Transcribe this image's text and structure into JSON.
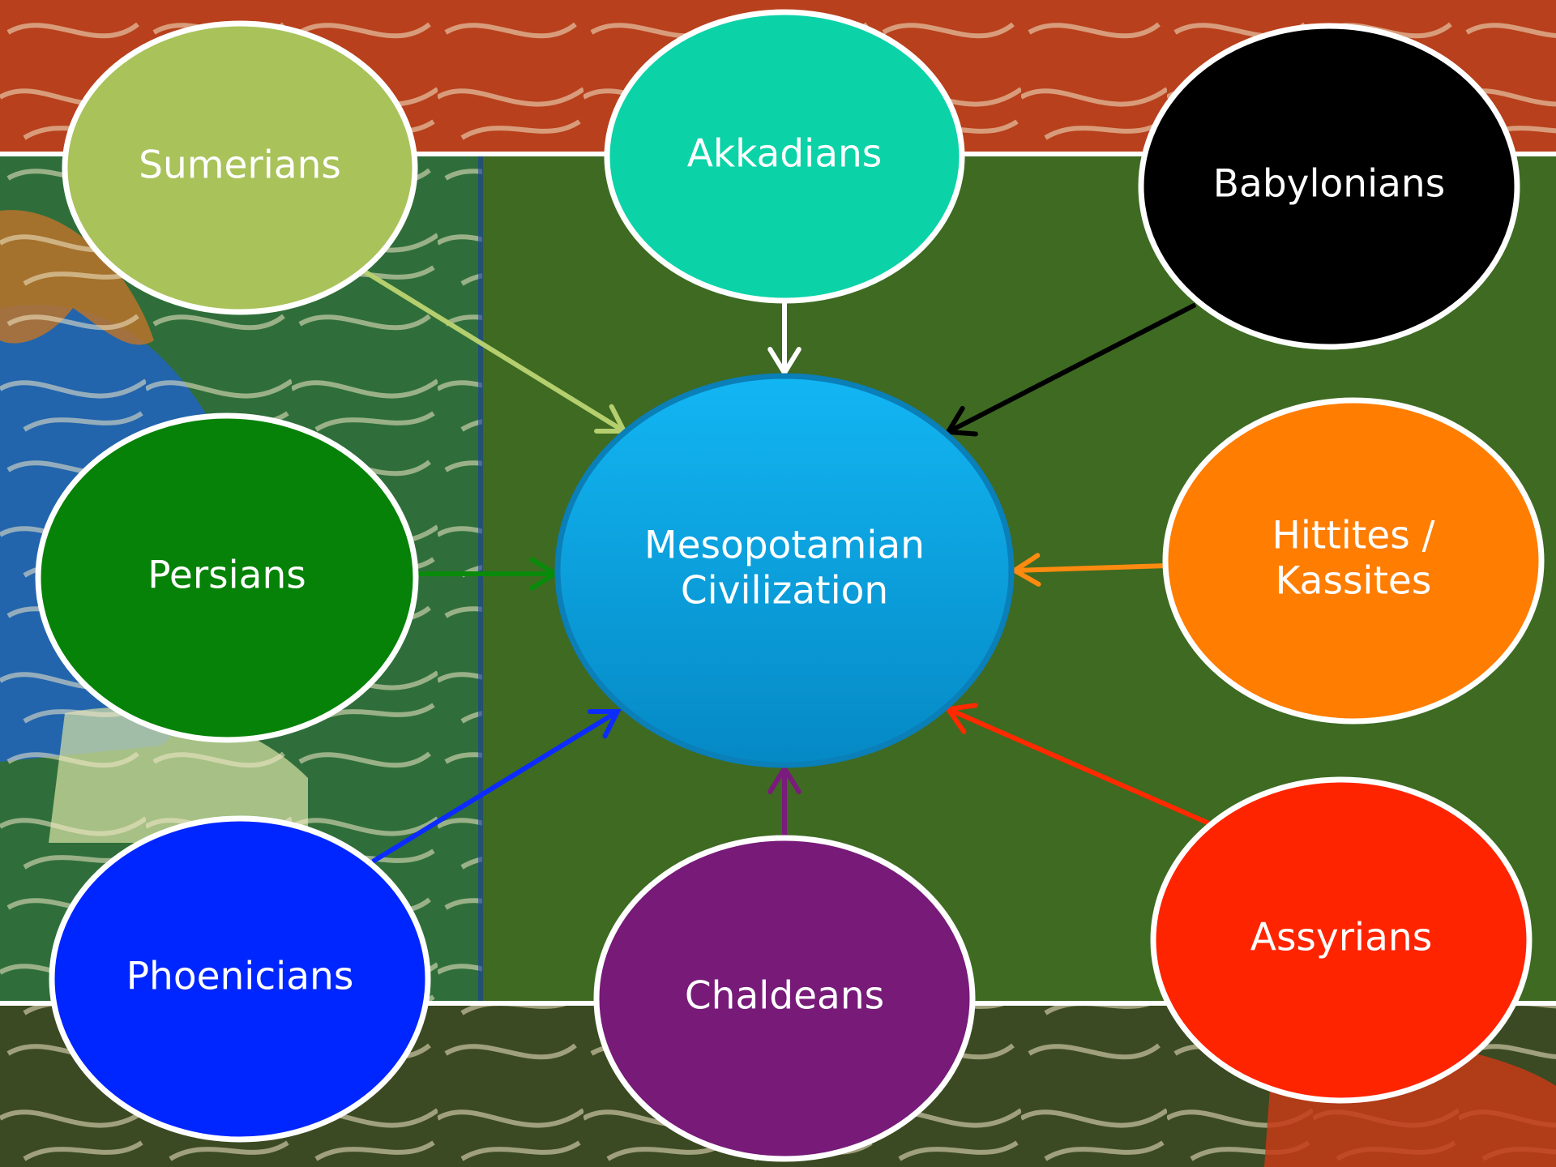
{
  "center": {
    "lines": [
      "Mesopotamian",
      "Civilization"
    ],
    "fill": "#0aa6e6",
    "text_color": "#ffffff"
  },
  "nodes": [
    {
      "id": "sumerians",
      "lines": [
        "Sumerians"
      ],
      "fill": "#a9c25a",
      "text_color": "#ffffff",
      "arrow_color": "#b5cf6e"
    },
    {
      "id": "akkadians",
      "lines": [
        "Akkadians"
      ],
      "fill": "#0bd3a7",
      "text_color": "#ffffff",
      "arrow_color": "#ffffff"
    },
    {
      "id": "babylonians",
      "lines": [
        "Babylonians"
      ],
      "fill": "#000000",
      "text_color": "#ffffff",
      "arrow_color": "#000000"
    },
    {
      "id": "persians",
      "lines": [
        "Persians"
      ],
      "fill": "#058207",
      "text_color": "#ffffff",
      "arrow_color": "#0a8a0a"
    },
    {
      "id": "hittites-kassites",
      "lines": [
        "Hittites /",
        "Kassites"
      ],
      "fill": "#ff7d00",
      "text_color": "#ffffff",
      "arrow_color": "#ff8a10"
    },
    {
      "id": "phoenicians",
      "lines": [
        "Phoenicians"
      ],
      "fill": "#0026ff",
      "text_color": "#ffffff",
      "arrow_color": "#0c2cff"
    },
    {
      "id": "chaldeans",
      "lines": [
        "Chaldeans"
      ],
      "fill": "#771a78",
      "text_color": "#ffffff",
      "arrow_color": "#7a1c7c"
    },
    {
      "id": "assyrians",
      "lines": [
        "Assyrians"
      ],
      "fill": "#ff2400",
      "text_color": "#ffffff",
      "arrow_color": "#ff2a00"
    }
  ],
  "colors": {
    "node_border": "#ffffff",
    "panel": "#3e6a22",
    "band_top": "#b8401c",
    "band_bottom": "#3b4a22"
  }
}
